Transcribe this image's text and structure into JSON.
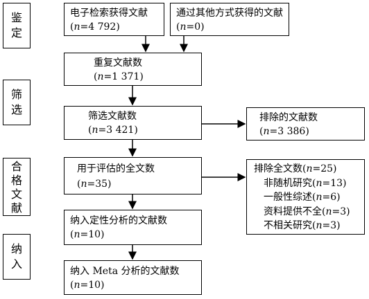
{
  "stages": [
    {
      "id": "identification",
      "chars": [
        "鉴",
        "定"
      ]
    },
    {
      "id": "screening",
      "chars": [
        "筛",
        "选"
      ]
    },
    {
      "id": "eligibility",
      "chars": [
        "合",
        "格",
        "文",
        "献"
      ]
    },
    {
      "id": "included",
      "chars": [
        "纳",
        "入"
      ]
    }
  ],
  "boxes": {
    "electronic": {
      "title": "电子检索获得文献",
      "n_value": "=4 792"
    },
    "other": {
      "title": "通过其他方式获得的文献",
      "n_value": "=0"
    },
    "duplicates": {
      "title": "重复文献数",
      "n_value": "=1 371"
    },
    "screened": {
      "title": "筛选文献数",
      "n_value": "=3 421"
    },
    "excluded": {
      "title": "排除的文献数",
      "n_value": "=3 386"
    },
    "fulltext": {
      "title": "用于评估的全文数",
      "n_value": "=35"
    },
    "excluded_fulltext": {
      "title": "排除全文数",
      "n_value": "=25",
      "items": [
        {
          "label": "非随机研究",
          "n_value": "=13"
        },
        {
          "label": "一般性综述",
          "n_value": "=6"
        },
        {
          "label": "资料提供不全",
          "n_value": "=3"
        },
        {
          "label": "不相关研究",
          "n_value": "=3"
        }
      ]
    },
    "qualitative": {
      "title": "纳入定性分析的文献数",
      "n_value": "=10"
    },
    "meta": {
      "title": "纳入 Meta 分析的文献数",
      "n_value": "=10"
    }
  }
}
